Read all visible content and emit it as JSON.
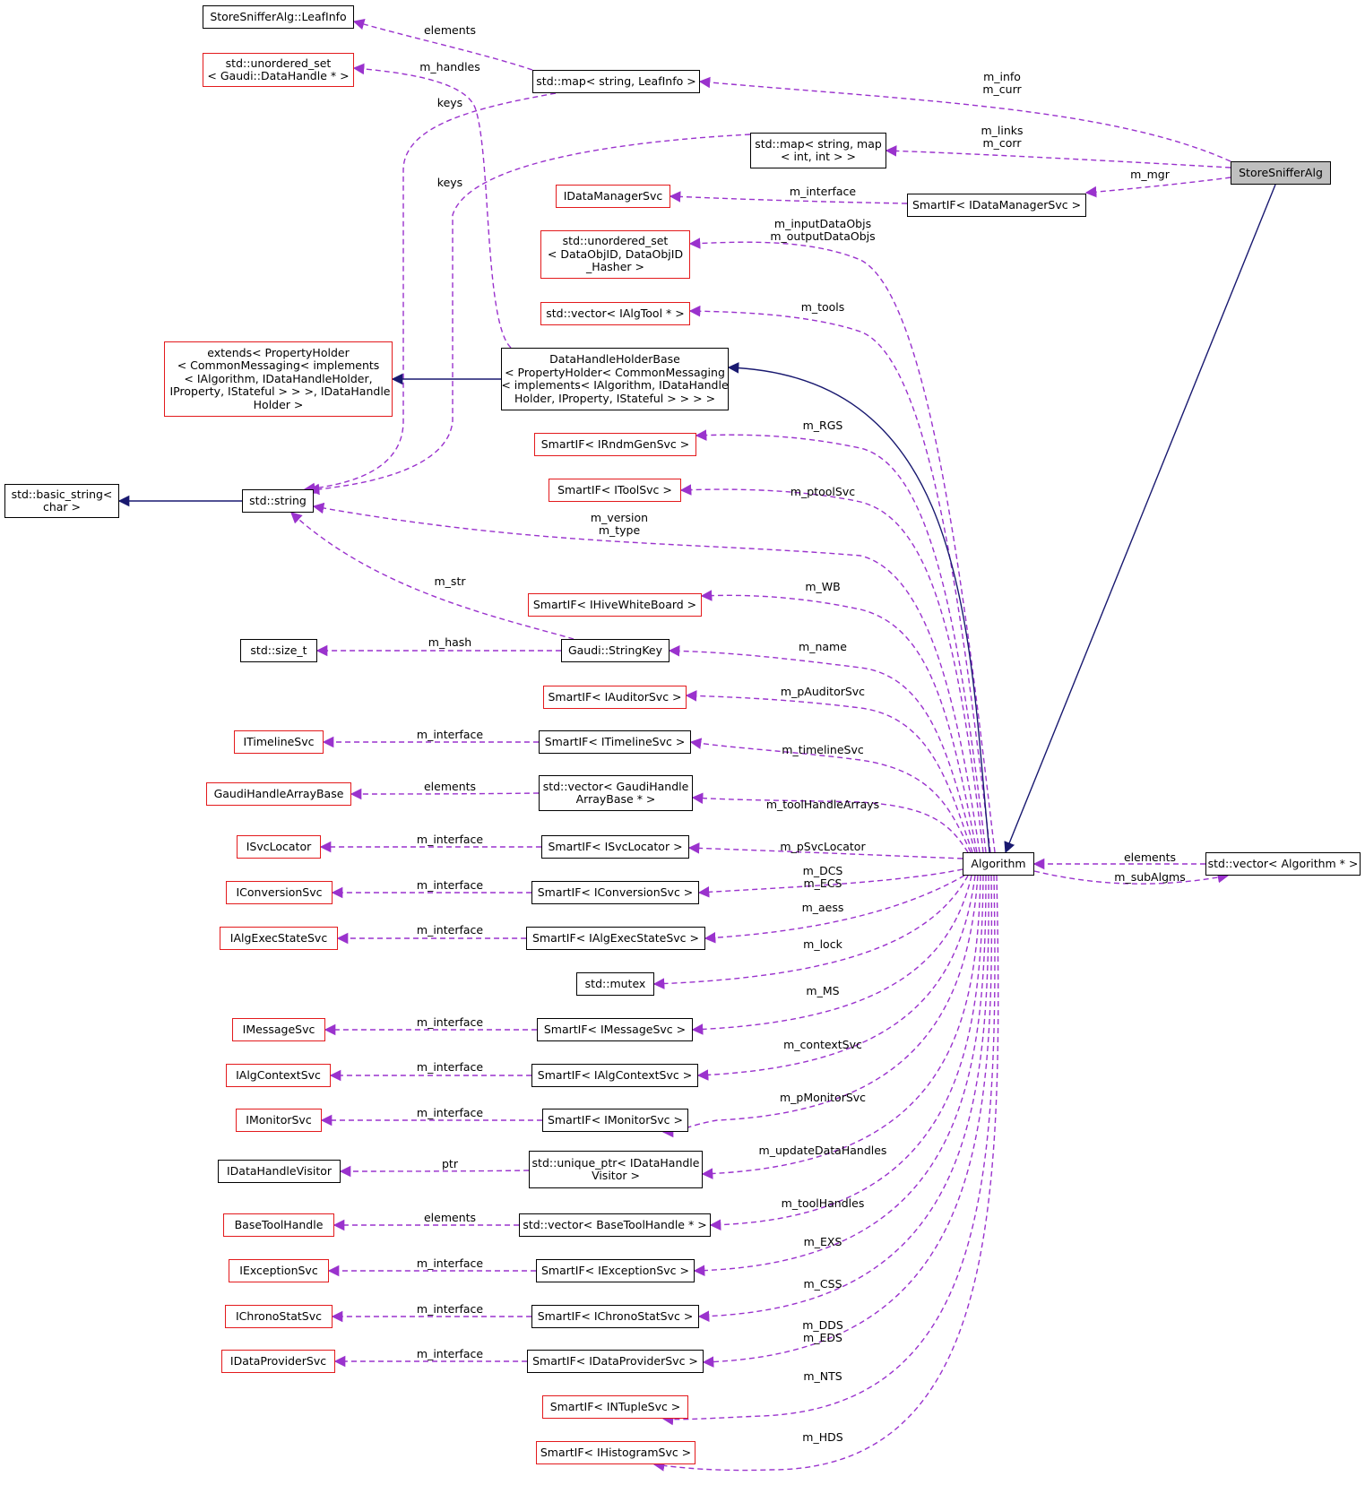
{
  "colors": {
    "normal_border": "#000000",
    "incomplete_border": "#e31a1c",
    "focus_fill": "#bfbfbf",
    "inheritance_edge": "#191970",
    "usage_edge": "#9a32cd"
  },
  "nodes": {
    "leafinfo": "StoreSnifferAlg::LeafInfo",
    "uset_datahandle": "std::unordered_set\n< Gaudi::DataHandle * >",
    "map_leafinfo": "std::map< string, LeafInfo >",
    "map_map": "std::map< string, map\n< int, int > >",
    "storesniffer": "StoreSnifferAlg",
    "idatamanagersvc": "IDataManagerSvc",
    "smartif_idatamanager": "SmartIF< IDataManagerSvc >",
    "uset_dataobjid": "std::unordered_set\n< DataObjID, DataObjID\n_Hasher >",
    "vector_ialgtool": "std::vector< IAlgTool * >",
    "extends": "extends< PropertyHolder\n< CommonMessaging< implements\n< IAlgorithm, IDataHandleHolder,\n IProperty, IStateful > > >, IDataHandle\nHolder >",
    "datahandleholderbase": "DataHandleHolderBase\n< PropertyHolder< CommonMessaging\n< implements< IAlgorithm, IDataHandle\nHolder, IProperty, IStateful > > > >",
    "smartif_irndm": "SmartIF< IRndmGenSvc >",
    "basic_string": "std::basic_string<\nchar >",
    "std_string": "std::string",
    "smartif_itoolsvc": "SmartIF< IToolSvc >",
    "smartif_ihive": "SmartIF< IHiveWhiteBoard >",
    "size_t": "std::size_t",
    "stringkey": "Gaudi::StringKey",
    "smartif_iauditor": "SmartIF< IAuditorSvc >",
    "itimelinesvc": "ITimelineSvc",
    "smartif_itimeline": "SmartIF< ITimelineSvc >",
    "gaudihandlearraybase": "GaudiHandleArrayBase",
    "vector_gaudihandle": "std::vector< GaudiHandle\nArrayBase * >",
    "isvclocator": "ISvcLocator",
    "smartif_isvclocator": "SmartIF< ISvcLocator >",
    "algorithm": "Algorithm",
    "vector_algorithm": "std::vector< Algorithm * >",
    "iconversionsvc": "IConversionSvc",
    "smartif_iconversion": "SmartIF< IConversionSvc >",
    "ialgexecstatesvc": "IAlgExecStateSvc",
    "smartif_ialgexec": "SmartIF< IAlgExecStateSvc >",
    "mutex": "std::mutex",
    "imessagesvc": "IMessageSvc",
    "smartif_imessage": "SmartIF< IMessageSvc >",
    "ialgcontextsvc": "IAlgContextSvc",
    "smartif_ialgcontext": "SmartIF< IAlgContextSvc >",
    "imonitorsvc": "IMonitorSvc",
    "smartif_imonitor": "SmartIF< IMonitorSvc >",
    "idatahandlevisitor": "IDataHandleVisitor",
    "unique_ptr": "std::unique_ptr< IDataHandle\nVisitor >",
    "basetoolhandle": "BaseToolHandle",
    "vector_basetool": "std::vector< BaseToolHandle * >",
    "iexceptionsvc": "IExceptionSvc",
    "smartif_iexception": "SmartIF< IExceptionSvc >",
    "ichronostatsvc": "IChronoStatSvc",
    "smartif_ichrono": "SmartIF< IChronoStatSvc >",
    "idataprovidersvc": "IDataProviderSvc",
    "smartif_idataprovider": "SmartIF< IDataProviderSvc >",
    "smartif_intuple": "SmartIF< INTupleSvc >",
    "smartif_ihistogram": "SmartIF< IHistogramSvc >"
  },
  "edge_labels": {
    "elements_leafinfo": "elements",
    "m_handles": "m_handles",
    "m_info_curr": "m_info\nm_curr",
    "keys_map": "keys",
    "m_links_corr": "m_links\nm_corr",
    "keys_mapmap": "keys",
    "m_mgr": "m_mgr",
    "m_interface_datamgr": "m_interface",
    "m_input_output": "m_inputDataObjs\nm_outputDataObjs",
    "m_tools": "m_tools",
    "m_rgs": "m_RGS",
    "m_ptoolsvc": "m_ptoolSvc",
    "m_version_type": "m_version\nm_type",
    "m_str": "m_str",
    "m_wb": "m_WB",
    "m_hash": "m_hash",
    "m_name": "m_name",
    "m_pauditorsvc": "m_pAuditorSvc",
    "m_interface_timeline": "m_interface",
    "m_timelinesvc": "m_timelineSvc",
    "elements_gaudihandle": "elements",
    "m_toolhandlearrays": "m_toolHandleArrays",
    "m_interface_svclocator": "m_interface",
    "m_psvclocator": "m_pSvcLocator",
    "elements_algorithm": "elements",
    "m_subalgms": "m_subAlgms",
    "m_dcs_ecs": "m_DCS\nm_ECS",
    "m_interface_conversion": "m_interface",
    "m_aess": "m_aess",
    "m_interface_algexec": "m_interface",
    "m_lock": "m_lock",
    "m_ms": "m_MS",
    "m_interface_message": "m_interface",
    "m_contextsvc": "m_contextSvc",
    "m_interface_algcontext": "m_interface",
    "m_pmonitorsvc": "m_pMonitorSvc",
    "m_interface_monitor": "m_interface",
    "m_updatedatahandles": "m_updateDataHandles",
    "ptr": "ptr",
    "m_toolhandles": "m_toolHandles",
    "elements_basetool": "elements",
    "m_exs": "m_EXS",
    "m_interface_exception": "m_interface",
    "m_css": "m_CSS",
    "m_interface_chrono": "m_interface",
    "m_dds_eds": "m_DDS\nm_EDS",
    "m_interface_dataprovider": "m_interface",
    "m_nts": "m_NTS",
    "m_hds": "m_HDS"
  }
}
